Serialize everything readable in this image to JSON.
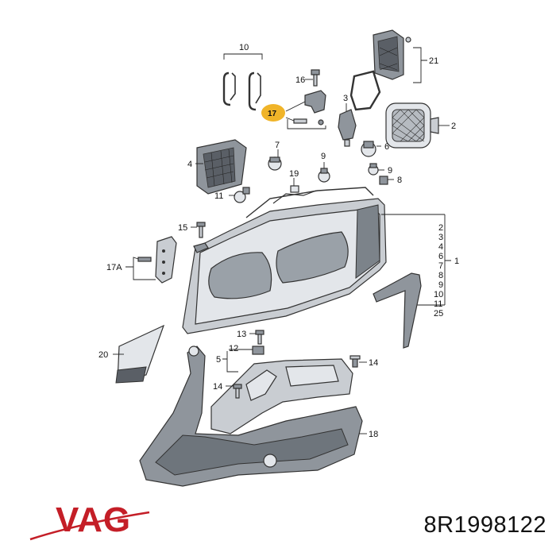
{
  "callouts": {
    "c10": "10",
    "c16": "16",
    "c17": "17",
    "c3": "3",
    "c21": "21",
    "c2": "2",
    "c7": "7",
    "c4": "4",
    "c6": "6",
    "c9": "9",
    "c8": "8",
    "c19": "19",
    "c11": "11",
    "c15": "15",
    "c17a": "17A",
    "list_2": "2",
    "list_3": "3",
    "list_4": "4",
    "list_6": "6",
    "list_7": "7",
    "list_8": "8",
    "list_9": "9",
    "list_10": "10",
    "list_11": "11",
    "list_25": "25",
    "c1": "1",
    "c13": "13",
    "c12": "12",
    "c5": "5",
    "c14a": "14",
    "c14b": "14",
    "c20": "20",
    "c18": "18"
  },
  "brand": {
    "name": "VAG",
    "color": "#c41e27"
  },
  "part_number": "8R1998122",
  "highlight_color": "#f0b429"
}
